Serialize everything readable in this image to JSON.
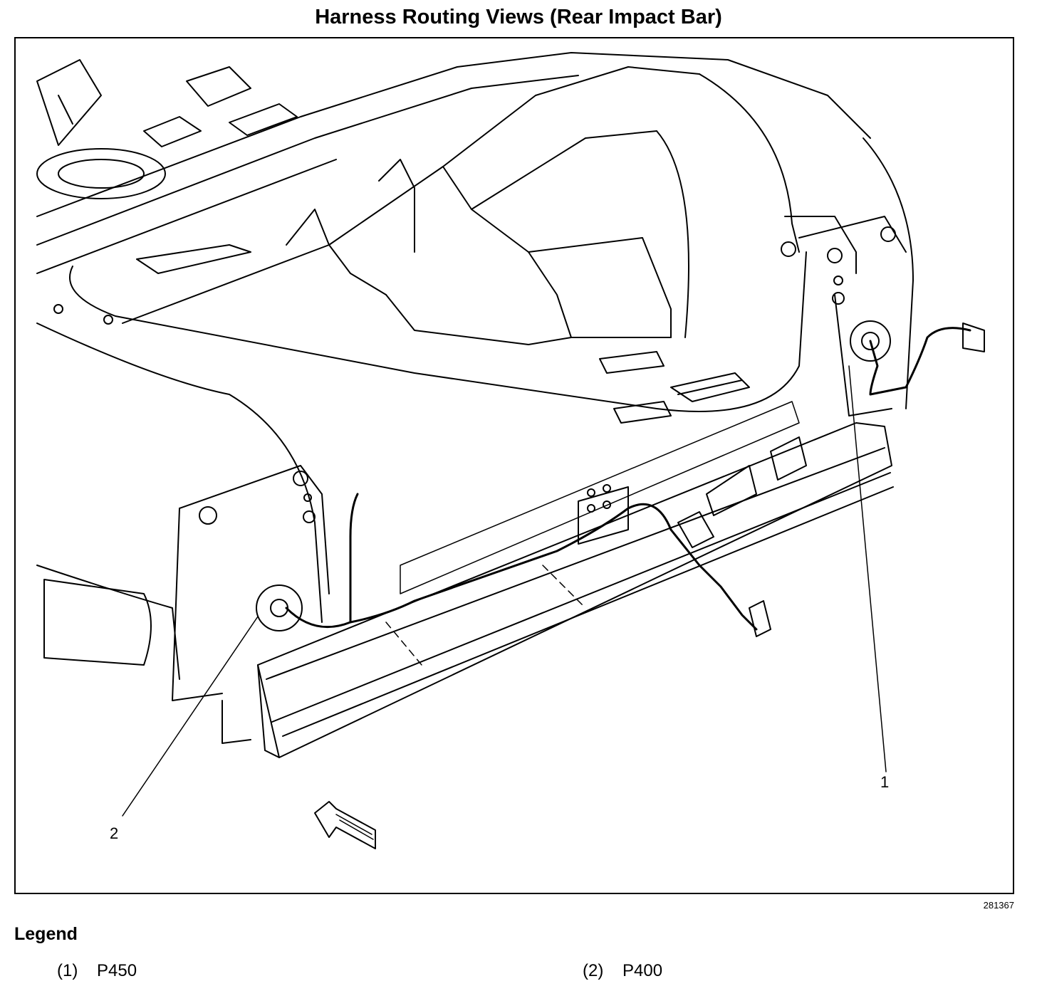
{
  "title": "Harness Routing Views (Rear Impact Bar)",
  "figure_id": "281367",
  "callouts": [
    {
      "label": "1"
    },
    {
      "label": "2"
    }
  ],
  "legend": {
    "heading": "Legend",
    "items": [
      {
        "number": "(1)",
        "text": "P450"
      },
      {
        "number": "(2)",
        "text": "P400"
      }
    ]
  }
}
